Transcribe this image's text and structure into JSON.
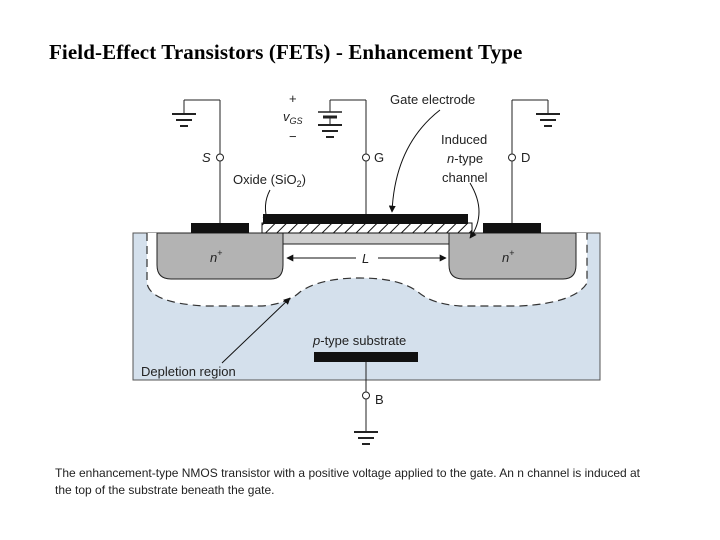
{
  "title": "Field-Effect Transistors (FETs) - Enhancement Type",
  "labels": {
    "source": "S",
    "gate": "G",
    "drain": "D",
    "body": "B",
    "vgs_plus": "+",
    "vgs_minus": "−",
    "vgs_v": "v",
    "vgs_sub": "GS",
    "gate_electrode": "Gate electrode",
    "oxide_pre": "Oxide (SiO",
    "oxide_sub": "2",
    "oxide_post": ")",
    "induced_line1": "Induced",
    "induced_line2_n": "n",
    "induced_line2_rest": "-type",
    "induced_line3": "channel",
    "n_plus_base": "n",
    "n_plus_sup": "+",
    "length": "L",
    "substrate_p": "p",
    "substrate_rest": "-type substrate",
    "depletion": "Depletion region"
  },
  "caption": "The enhancement-type NMOS transistor with a positive voltage applied to the gate.  An n channel is induced at the top of the substrate beneath the gate.",
  "colors": {
    "substrate": "#d4e0ec",
    "n_region": "#b3b3b3",
    "metal": "#111111",
    "oxide": "#e6e6e6",
    "channel": "#cfcfcf",
    "depletion_boundary": "#ffffff"
  }
}
